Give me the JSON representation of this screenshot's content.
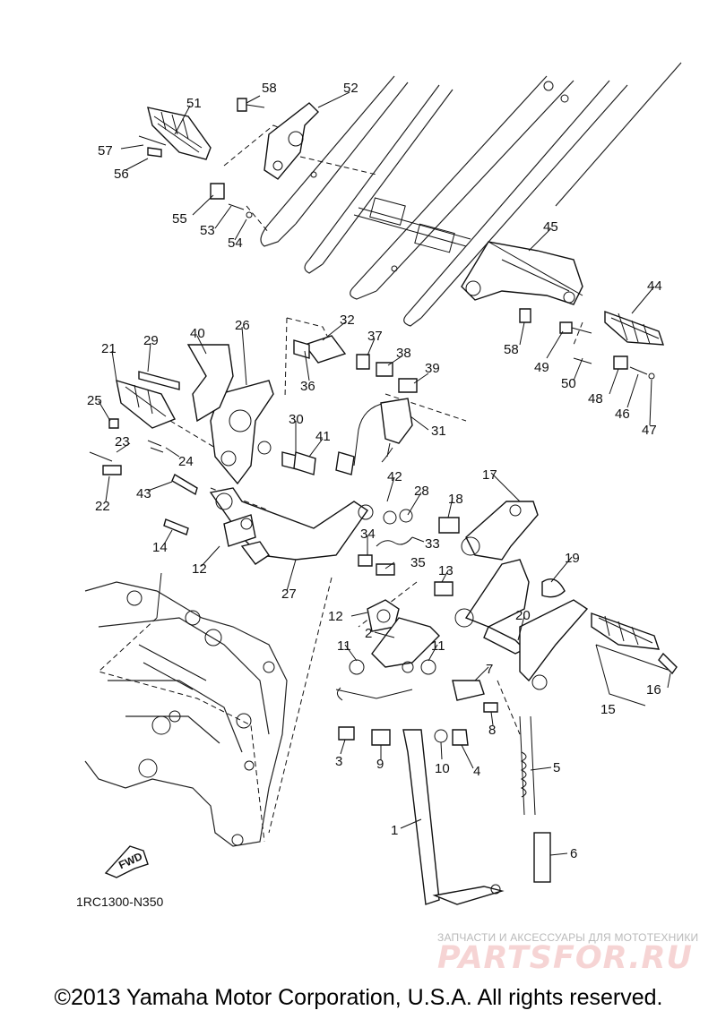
{
  "diagram": {
    "drawing_code": "1RC1300-N350",
    "direction_arrow_label": "FWD",
    "part_callouts": [
      "1",
      "2",
      "3",
      "4",
      "5",
      "6",
      "7",
      "8",
      "9",
      "10",
      "11",
      "11",
      "12",
      "12",
      "13",
      "14",
      "15",
      "16",
      "17",
      "18",
      "19",
      "20",
      "21",
      "22",
      "23",
      "24",
      "25",
      "26",
      "27",
      "28",
      "29",
      "30",
      "31",
      "32",
      "33",
      "34",
      "35",
      "36",
      "37",
      "38",
      "39",
      "40",
      "41",
      "42",
      "43",
      "44",
      "45",
      "46",
      "47",
      "48",
      "49",
      "50",
      "51",
      "52",
      "53",
      "54",
      "55",
      "56",
      "57",
      "58",
      "58"
    ]
  },
  "watermark": {
    "subtitle": "ЗАПЧАСТИ И АКСЕССУАРЫ ДЛЯ МОТОТЕХНИКИ",
    "logo_text": "PARTSFOR.RU"
  },
  "footer": {
    "copyright": "©2013 Yamaha Motor Corporation, U.S.A. All rights reserved."
  },
  "colors": {
    "line": "#111111",
    "background": "#ffffff",
    "watermark_logo": "#f6d4d4",
    "watermark_text": "#b9b9b9"
  }
}
